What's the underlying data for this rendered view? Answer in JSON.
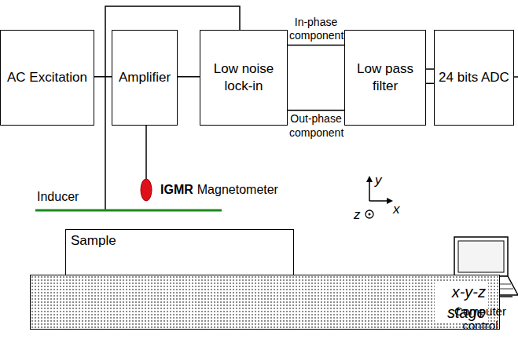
{
  "diagram": {
    "nodes": [
      {
        "text": [
          "AC Excitation"
        ]
      },
      {
        "text": [
          "Amplifier"
        ]
      },
      {
        "text": [
          "Low noise lock-in"
        ]
      },
      {
        "text": [
          "Low pass filter"
        ]
      },
      {
        "text": [
          "24 bits ADC"
        ]
      },
      {
        "text": [
          "Sample"
        ]
      },
      {
        "text": [
          "x-y-z stage"
        ]
      }
    ],
    "edges": [
      {
        "from": 0,
        "to": 1,
        "arrow": "none"
      },
      {
        "from": 1,
        "to": 2,
        "arrow": "none"
      },
      {
        "from": 2,
        "to": 3,
        "label": "In-phase component",
        "arrow": "none"
      },
      {
        "from": 2,
        "to": 3,
        "label": "Out-phase component",
        "arrow": "none"
      },
      {
        "from": 3,
        "to": 4,
        "arrow": "none"
      },
      {
        "from": 3,
        "to": 4,
        "arrow": "none"
      }
    ],
    "labels": [
      "Inducer",
      "IGMR",
      "Magnetometer",
      "y",
      "x",
      "z",
      "Computer control"
    ]
  }
}
